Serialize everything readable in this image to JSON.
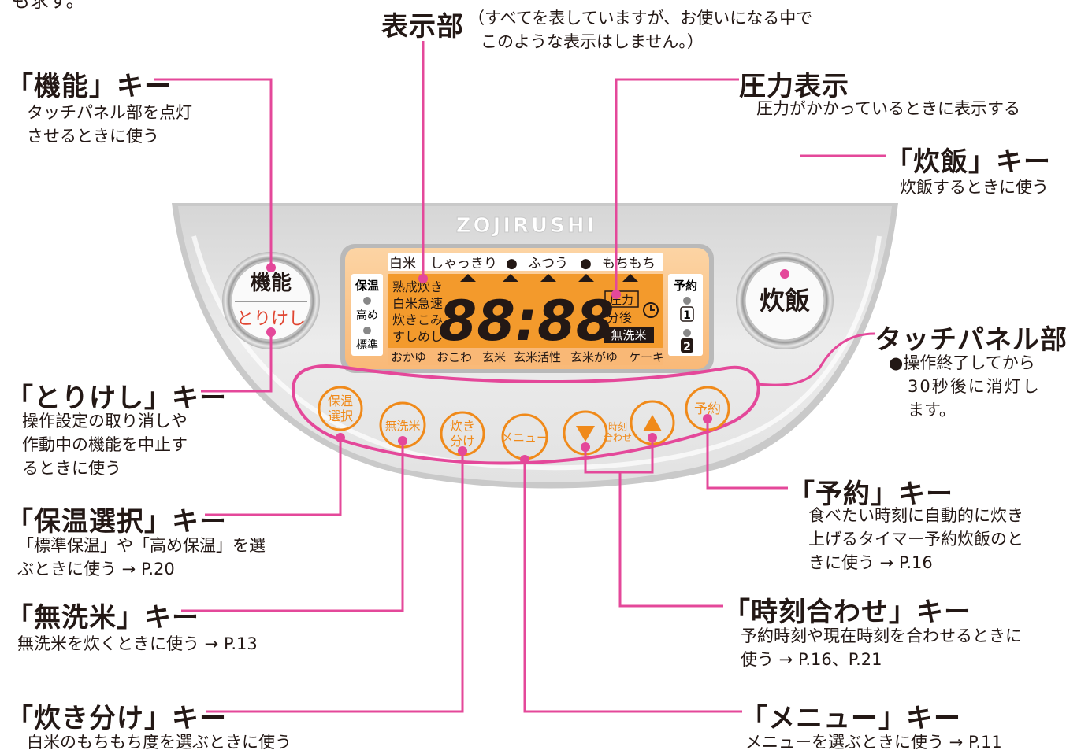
{
  "top_fragment": "も求す。",
  "display_section": {
    "title": "表示部",
    "note_line1": "（すべてを表していますが、お使いになる中で",
    "note_line2": "このような表示はしません。）"
  },
  "callouts": {
    "kinou": {
      "title": "「機能」キー",
      "desc": [
        "タッチパネル部を点灯",
        "させるときに使う"
      ]
    },
    "torikeshi": {
      "title": "「とりけし」キー",
      "desc": [
        "操作設定の取り消しや",
        "作動中の機能を中止す",
        "るときに使う"
      ]
    },
    "hoon_sentaku": {
      "title": "「保温選択」キー",
      "desc": [
        "「標準保温」や「高め保温」を選",
        "ぶときに使う → P.20"
      ]
    },
    "musenmai": {
      "title": "「無洗米」キー",
      "desc": [
        "無洗米を炊くときに使う → P.13"
      ]
    },
    "takiwake": {
      "title": "「炊き分け」キー",
      "desc": [
        "白米のもちもち度を選ぶときに使う"
      ]
    },
    "atsuryoku": {
      "title": "圧力表示",
      "desc": [
        "圧力がかかっているときに表示する"
      ]
    },
    "suihan": {
      "title": "「炊飯」キー",
      "desc": [
        "炊飯するときに使う"
      ]
    },
    "touch_panel": {
      "title": "タッチパネル部",
      "desc": [
        "●操作終了してから",
        "30秒後に消灯し",
        "ます。"
      ]
    },
    "yoyaku": {
      "title": "「予約」キー",
      "desc": [
        "食べたい時刻に自動的に炊き",
        "上げるタイマー予約炊飯のと",
        "きに使う → P.16"
      ]
    },
    "jikoku": {
      "title": "「時刻合わせ」キー",
      "desc": [
        "予約時刻や現在時刻を合わせるときに",
        "使う → P.16、P.21"
      ]
    },
    "menu": {
      "title": "「メニュー」キー",
      "desc": [
        "メニューを選ぶときに使う → P.11"
      ]
    }
  },
  "panel": {
    "brand": "ZOJIRUSHI",
    "kinou_btn": "機能",
    "torikeshi_btn": "とりけし",
    "suihan_btn": "炊飯",
    "lcd": {
      "top_row": [
        "白米",
        "しゃっきり",
        "●",
        "ふつう",
        "●",
        "もちもち"
      ],
      "left_box": [
        "保温",
        "高め",
        "標準"
      ],
      "menus_left": [
        "熟成炊き",
        "白米急速",
        "炊きこみ",
        "すしめし"
      ],
      "digits": "88:88",
      "right_labels": [
        "圧力",
        "分後",
        "無洗米"
      ],
      "bottom_row": [
        "おかゆ",
        "おこわ",
        "玄米",
        "玄米活性",
        "玄米がゆ",
        "ケーキ"
      ],
      "yoyaku_box": [
        "予約",
        "1",
        "2"
      ]
    },
    "touch_keys": {
      "hoon_sentaku": [
        "保温",
        "選択"
      ],
      "musenmai": "無洗米",
      "takiwake": [
        "炊き",
        "分け"
      ],
      "menu": "メニュー",
      "jikoku_label": [
        "時刻",
        "合わせ"
      ],
      "yoyaku": "予約"
    }
  },
  "colors": {
    "callout_line": "#e4489a",
    "key_orange": "#f08a1a",
    "lcd_bg": "#fbc58a",
    "lcd_dark": "#f28d16",
    "panel_gray": "#e6e6e6"
  }
}
